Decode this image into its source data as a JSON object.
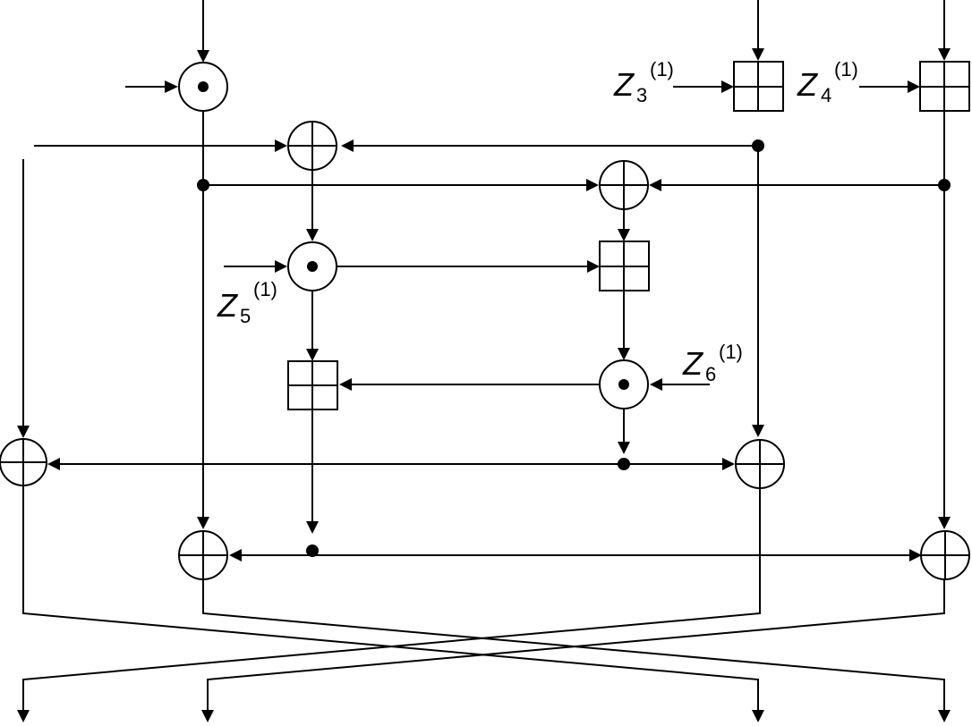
{
  "diagram": {
    "keys": {
      "z3": {
        "letter": "Z",
        "sub": "3",
        "sup": "(1)"
      },
      "z4": {
        "letter": "Z",
        "sub": "4",
        "sup": "(1)"
      },
      "z5": {
        "letter": "Z",
        "sub": "5",
        "sup": "(1)"
      },
      "z6": {
        "letter": "Z",
        "sub": "6",
        "sup": "(1)"
      }
    },
    "operations": {
      "multiply": "modular multiplication (circle with dot)",
      "add": "modular addition (boxed plus)",
      "xor": "bitwise XOR (circled plus)"
    },
    "colors": {
      "stroke": "#000000",
      "background": "#ffffff"
    }
  }
}
